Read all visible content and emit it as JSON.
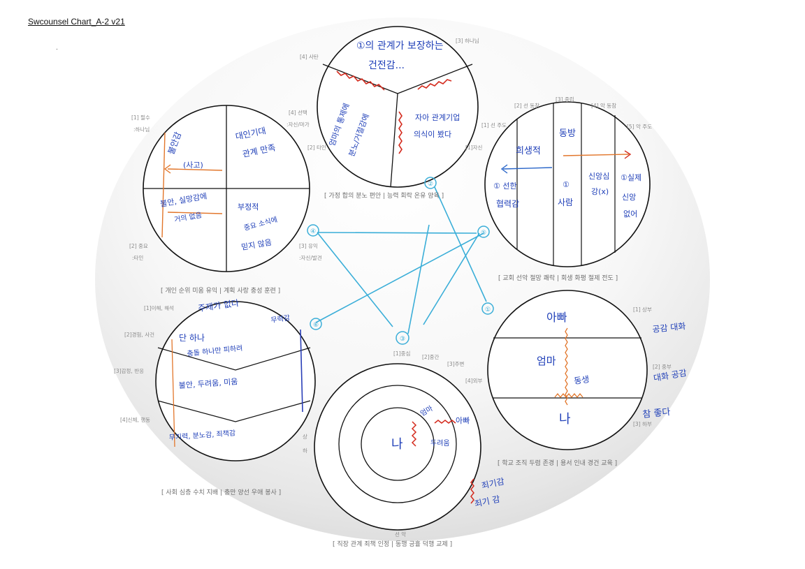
{
  "title": "Swcounsel Chart_A-2 v21",
  "subtitle_mark": ".",
  "colors": {
    "hand_blue": "#1f3fb8",
    "arrow_cyan": "#3aaed8",
    "orange": "#e2762b",
    "red": "#d42b1e",
    "outline": "#111111"
  },
  "captions": {
    "top": "[ 가정 합의 분노 편안 | 능력 회락 온유 양육 ]",
    "left_top": "[ 개인 순위 미움 유익 | 계획 사랑 충성 훈련 ]",
    "right_top": "[ 교회 선악 절망 쾌락 | 회생 화평 절제 전도 ]",
    "left_bottom": "[ 사회 심층 수치 지배 | 충만 양선 우애 봉사 ]",
    "right_bottom": "[ 학교 조직 두렴 존경 | 용서 인내 경건 교육 ]",
    "bottom": "[ 직장 관계 죄책 인정 | 동행 긍휼 덕행 교제 ]"
  },
  "labels": {
    "top_4": "[4] 사탄",
    "top_3": "[3] 하나님",
    "top_2": "[2] 타인",
    "top_1": "[1]자신",
    "lt_1": "[1] 필수",
    "lt_1b": ":하나님",
    "lt_4": "[4] 선택",
    "lt_4b": ":자신/마가",
    "lt_2": "[2] 중요",
    "lt_2b": ":타인",
    "lt_3": "[3] 유익",
    "lt_3b": ":자신/발견",
    "rt_2": "[2] 선 동참",
    "rt_3": "[3] 중립",
    "rt_4": "[4] 악 동참",
    "rt_1": "[1] 선 주도",
    "rt_5": "[5] 악 주도",
    "lb_1": "[1]이해, 해석",
    "lb_2": "[2]경험, 사건",
    "lb_3": "[3]감정, 반응",
    "lb_4": "[4]신체, 행동",
    "b_1": "[1]중심",
    "b_2": "[2]중간",
    "b_3": "[3]주변",
    "b_4": "[4]외부",
    "b_up": "상",
    "b_down": "하",
    "b_good_evil": "선   악",
    "rb_1": "[1] 상부",
    "rb_2": "[2] 중부",
    "rb_3": "[3] 하부"
  },
  "handwriting": {
    "top_circle": [
      "①의 관계가 보장하는",
      "건전감...",
      "엄마의 통제에",
      "분노/거절감에",
      "자아 관계기업",
      "의식이 봤다"
    ],
    "left_circle": [
      "불안감",
      "(사고)",
      "대인기대",
      "관계 만족",
      "불안, 실망감에",
      "거의 없음",
      "부정적",
      "중요 소식에",
      "믿지 않음"
    ],
    "right_circle": [
      "동방",
      "희생적",
      "① 선한",
      "협력감",
      "①",
      "사람",
      "신앙심",
      "강(x)",
      "①실제",
      "신앙",
      "없어"
    ],
    "left_bottom_circle": [
      "주제가 없다",
      "무력감",
      "단 하나",
      "충돌 하나만 피하려",
      "불안, 두려움, 미움",
      "무기력, 분노감, 죄책감"
    ],
    "bottom_circle": [
      "나",
      "엄마",
      "아빠",
      "두려움",
      "죄기감",
      "죄기 감"
    ],
    "right_bottom_circle": [
      "아빠",
      "엄마",
      "동생",
      "나",
      "공감 대화",
      "대화 공감",
      "참 좋다"
    ],
    "node_marks": [
      "④",
      "②",
      "⑤",
      "①",
      "③",
      "⑥"
    ]
  }
}
